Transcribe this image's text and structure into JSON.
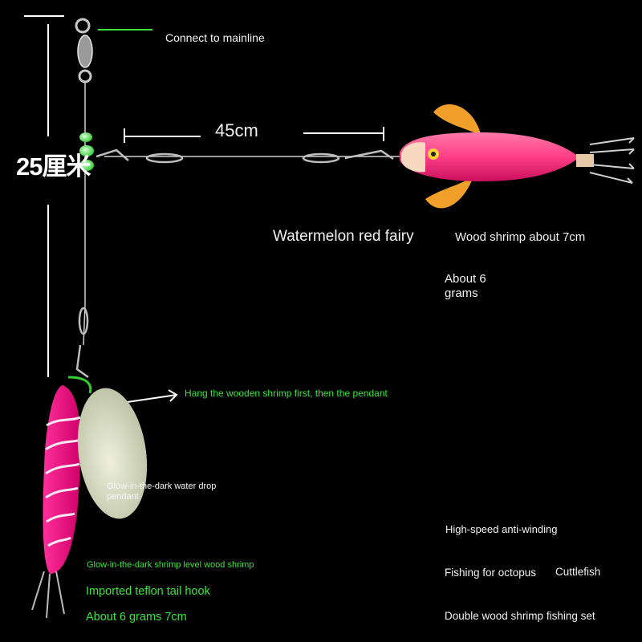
{
  "labels": {
    "connect": "Connect to mainline",
    "length_branch": "45cm",
    "length_main": "25厘米",
    "fairy": "Watermelon red fairy",
    "wood_shrimp": "Wood shrimp about 7cm",
    "weight": "About 6 grams",
    "hang": "Hang the wooden shrimp first, then the pendant",
    "glow_pendant": "Glow-in-the-dark water drop pendant",
    "high_speed": "High-speed anti-winding",
    "level_shrimp": "Glow-in-the-dark shrimp level wood shrimp",
    "fishing": "Fishing for octopus",
    "cuttlefish": "Cuttlefish",
    "teflon": "Imported teflon tail hook",
    "about_small": "About 6 grams 7cm",
    "set": "Double wood shrimp fishing set"
  },
  "colors": {
    "background": "#000000",
    "text_white": "#f2f2f2",
    "text_green": "#39e639",
    "lure_pink": "#ff3d86",
    "lure_magenta": "#e0007a",
    "glow_pendant": "#d8dcc4",
    "bead_green": "#7dff7d"
  }
}
